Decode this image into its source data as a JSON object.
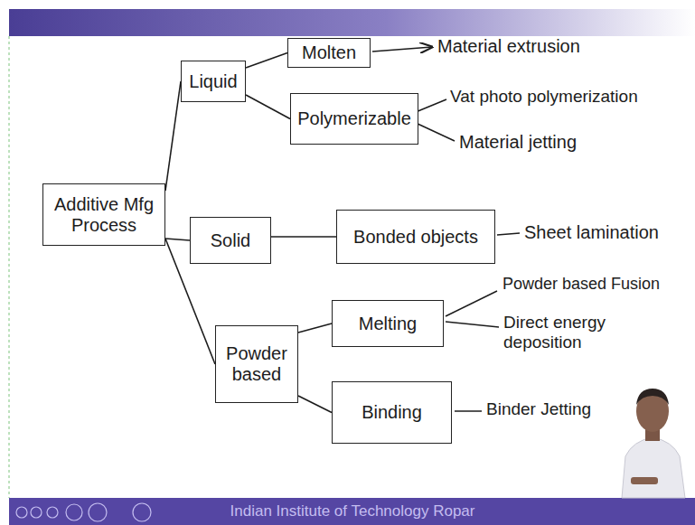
{
  "diagram": {
    "nodes": [
      {
        "text": [
          "Additive Mfg Process"
        ]
      },
      {
        "text": [
          "Liquid"
        ]
      },
      {
        "text": [
          "Molten"
        ]
      },
      {
        "text": [
          "Polymerizable"
        ]
      },
      {
        "text": [
          "Solid"
        ]
      },
      {
        "text": [
          "Bonded objects"
        ]
      },
      {
        "text": [
          "Powder based"
        ]
      },
      {
        "text": [
          "Melting"
        ]
      },
      {
        "text": [
          "Binding"
        ]
      }
    ],
    "edges": [
      {
        "from": 0,
        "to": 1,
        "arrow": "none"
      },
      {
        "from": 0,
        "to": 4,
        "arrow": "none"
      },
      {
        "from": 0,
        "to": 6,
        "arrow": "none"
      },
      {
        "from": 1,
        "to": 2,
        "arrow": "none"
      },
      {
        "from": 1,
        "to": 3,
        "arrow": "none"
      },
      {
        "from": 4,
        "to": 5,
        "arrow": "none"
      },
      {
        "from": 6,
        "to": 7,
        "arrow": "none"
      },
      {
        "from": 6,
        "to": 8,
        "arrow": "none"
      }
    ],
    "labels": [
      "Material extrusion",
      "Vat photo polymerization",
      "Material jetting",
      "Sheet lamination",
      "Powder based Fusion",
      "Direct energy deposition",
      "Binder Jetting",
      "Indian Institute of Technology Ropar"
    ]
  }
}
